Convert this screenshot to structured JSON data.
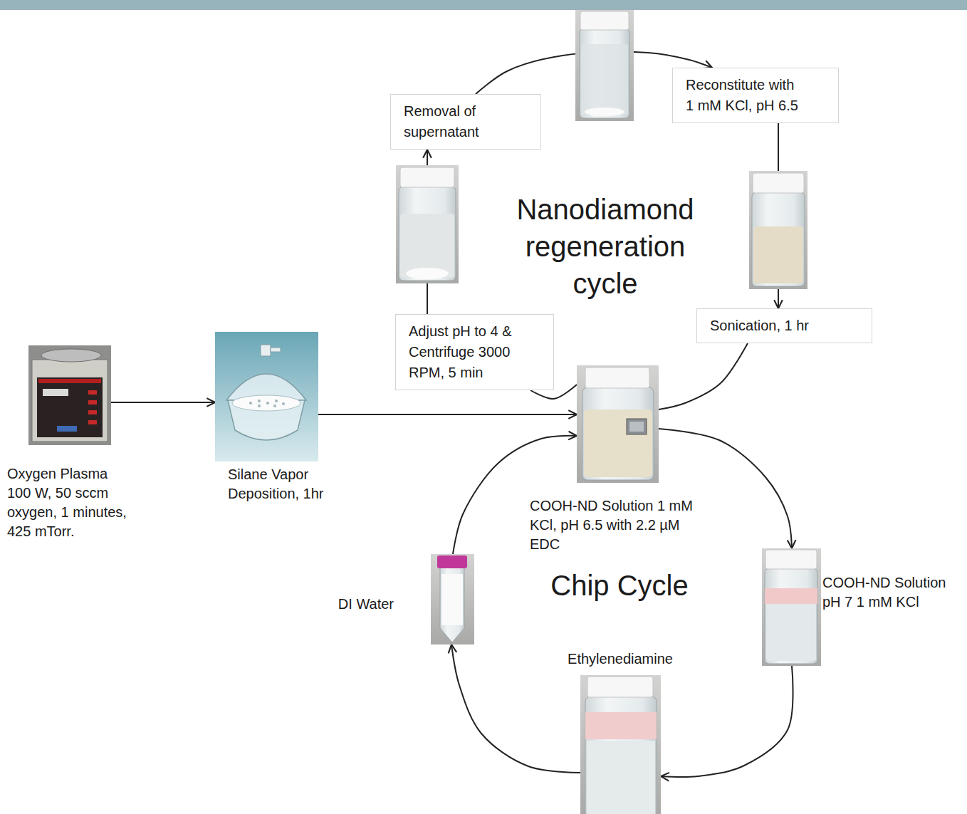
{
  "diagram": {
    "nodes": [
      {
        "text": [
          "Oxygen Plasma 100 W, 50 sccm oxygen, 1 minutes, 425 mTorr."
        ]
      },
      {
        "text": [
          "Silane Vapor Deposition, 1hr"
        ]
      },
      {
        "text": [
          "COOH-ND Solution 1 mM KCl, pH 6.5 with 2.2 µM EDC"
        ]
      },
      {
        "text": [
          "Adjust pH to 4 & Centrifuge 3000 RPM, 5 min"
        ]
      },
      {
        "text": [
          "Removal of supernatant"
        ]
      },
      {
        "text": [
          "Reconstitute with 1 mM KCl, pH 6.5"
        ]
      },
      {
        "text": [
          "Sonication, 1 hr"
        ]
      },
      {
        "text": [
          "COOH-ND Solution pH 7 1 mM KCl"
        ]
      },
      {
        "text": [
          "Ethylenediamine"
        ]
      },
      {
        "text": [
          "DI Water"
        ]
      }
    ],
    "edges": [
      {
        "from": 0,
        "to": 1,
        "arrow": "to"
      },
      {
        "from": 1,
        "to": 2,
        "arrow": "to"
      },
      {
        "from": 2,
        "to": 3,
        "arrow": "none"
      },
      {
        "from": 3,
        "to": 4,
        "arrow": "to"
      },
      {
        "from": 4,
        "to": 5,
        "arrow": "to"
      },
      {
        "from": 5,
        "to": 6,
        "arrow": "to"
      },
      {
        "from": 6,
        "to": 2,
        "arrow": "none"
      },
      {
        "from": 2,
        "to": 7,
        "arrow": "to"
      },
      {
        "from": 7,
        "to": 8,
        "arrow": "to"
      },
      {
        "from": 8,
        "to": 9,
        "arrow": "to"
      },
      {
        "from": 9,
        "to": 2,
        "arrow": "to"
      }
    ],
    "labels": [
      "Nanodiamond regeneration cycle",
      "Chip Cycle"
    ]
  }
}
